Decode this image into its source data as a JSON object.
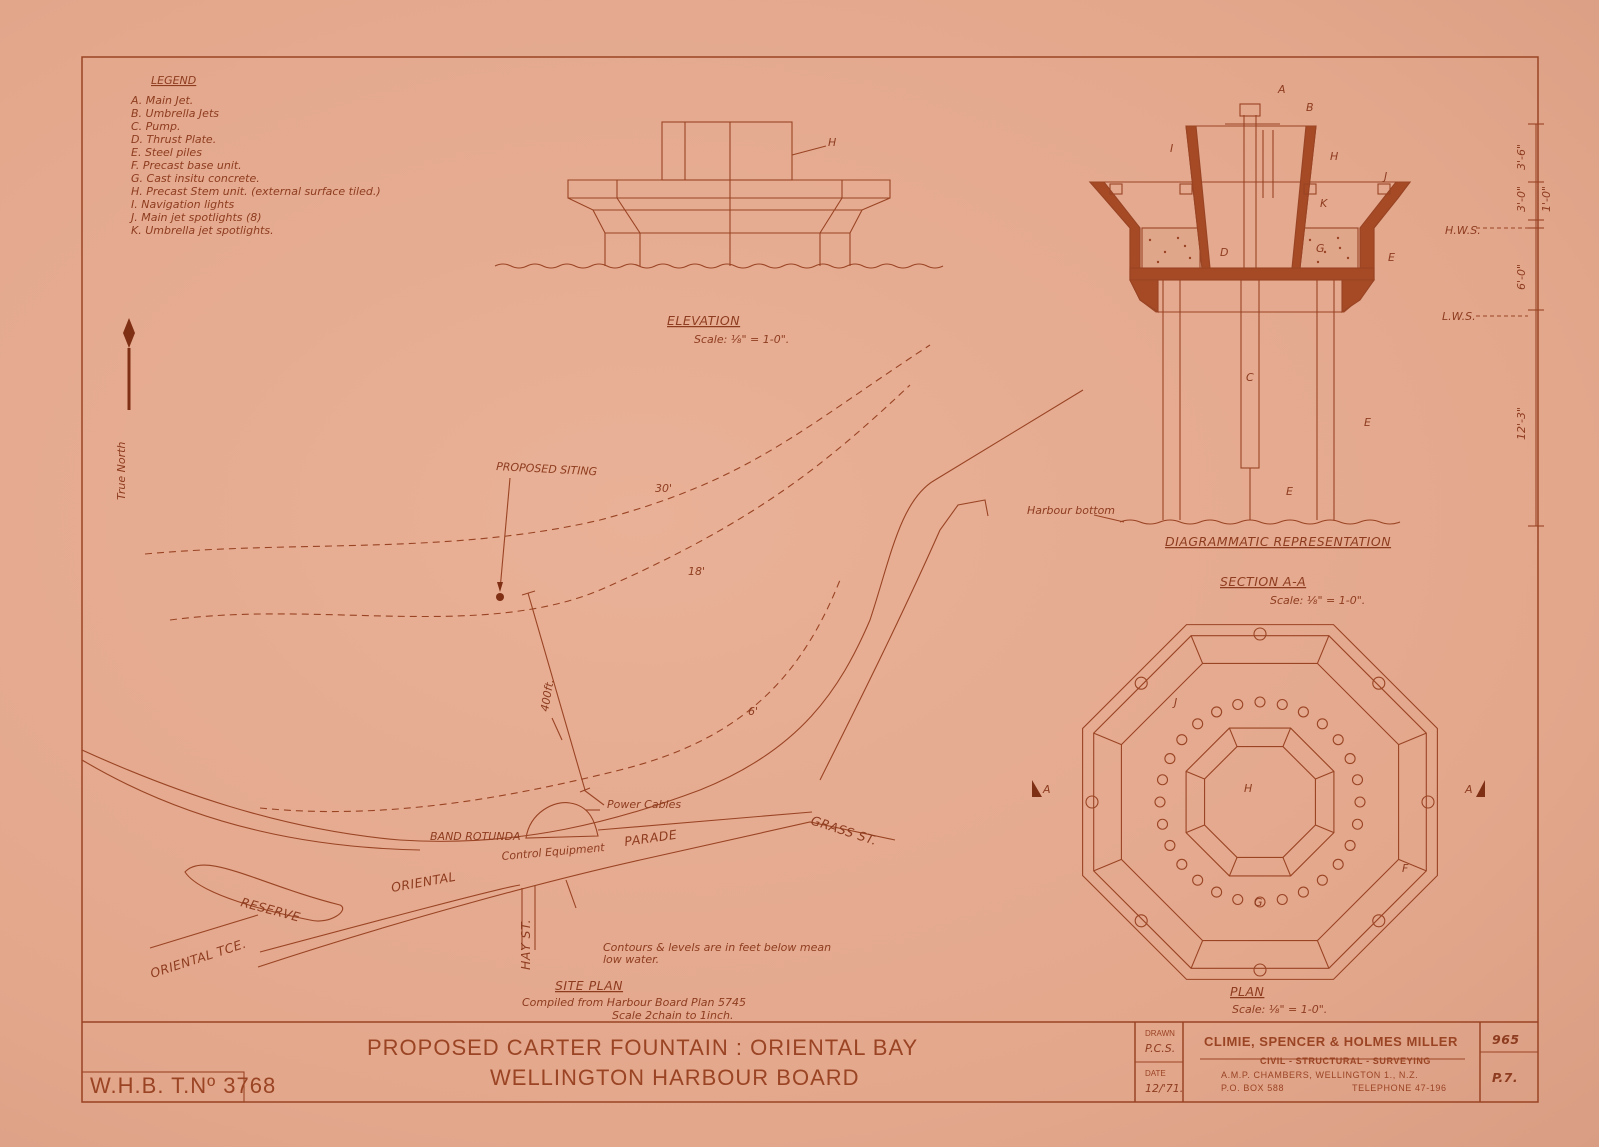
{
  "legend": {
    "title": "LEGEND",
    "items": [
      "A. Main Jet.",
      "B. Umbrella Jets",
      "C. Pump.",
      "D. Thrust Plate.",
      "E. Steel piles",
      "F. Precast base unit.",
      "G. Cast insitu concrete.",
      "H. Precast Stem unit. (external surface tiled.)",
      "I. Navigation lights",
      "J. Main jet spotlights (8)",
      "K. Umbrella jet spotlights."
    ]
  },
  "north": {
    "label": "True North"
  },
  "elevation": {
    "title": "ELEVATION",
    "scale": "Scale: ⅛\" = 1-0\".",
    "label_h": "H"
  },
  "section": {
    "title": "SECTION A-A",
    "scale": "Scale: ⅛\" = 1-0\".",
    "note": "DIAGRAMMATIC REPRESENTATION",
    "harbour_bottom": "Harbour bottom",
    "hws": "H.W.S.",
    "lws": "L.W.S.",
    "dims": [
      "3'-6\"",
      "3'-0\"",
      "1'-0\"",
      "6'-0\"",
      "12'-3\""
    ],
    "letters": [
      "A",
      "B",
      "I",
      "H",
      "J",
      "K",
      "D",
      "G",
      "E",
      "C",
      "E",
      "E"
    ]
  },
  "plan": {
    "title": "PLAN",
    "scale": "Scale: ⅛\" = 1-0\".",
    "letters": [
      "J",
      "H",
      "G",
      "F"
    ],
    "section_marks": [
      "A",
      "A"
    ]
  },
  "site_plan": {
    "title": "SITE PLAN",
    "subtitle": "Compiled from Harbour Board Plan 5745",
    "subtitle2": "Scale 2chain to 1inch.",
    "note1": "Contours & levels are in feet below mean",
    "note2": "low water.",
    "proposed_siting": "PROPOSED SITING",
    "contours": [
      "30'",
      "18'",
      "6'"
    ],
    "distance": "400ft.",
    "power_cables": "Power Cables",
    "control_equipment": "Control Equipment",
    "band_rotunda": "BAND ROTUNDA",
    "parade": "PARADE",
    "oriental": "ORIENTAL",
    "reserve": "RESERVE",
    "oriental_tce": "ORIENTAL TCE.",
    "hay_st": "HAY ST.",
    "grass_st": "GRASS ST."
  },
  "title_block": {
    "title1": "PROPOSED CARTER FOUNTAIN : ORIENTAL BAY",
    "title2": "WELLINGTON HARBOUR BOARD",
    "drawn_label": "DRAWN",
    "drawn": "P.C.S.",
    "date_label": "DATE",
    "date": "12/'71.",
    "firm": "CLIMIE, SPENCER & HOLMES MILLER",
    "firm_sub": "CIVIL - STRUCTURAL - SURVEYING",
    "address1": "A.M.P. CHAMBERS, WELLINGTON 1., N.Z.",
    "address2": "P.O. BOX 588",
    "telephone": "TELEPHONE 47-196",
    "sheet_no": "965",
    "sheet_ref": "P.7.",
    "whb": "W.H.B. T.Nº 3768"
  },
  "colors": {
    "paper": "#e6ab91",
    "ink": "#9a4424"
  }
}
